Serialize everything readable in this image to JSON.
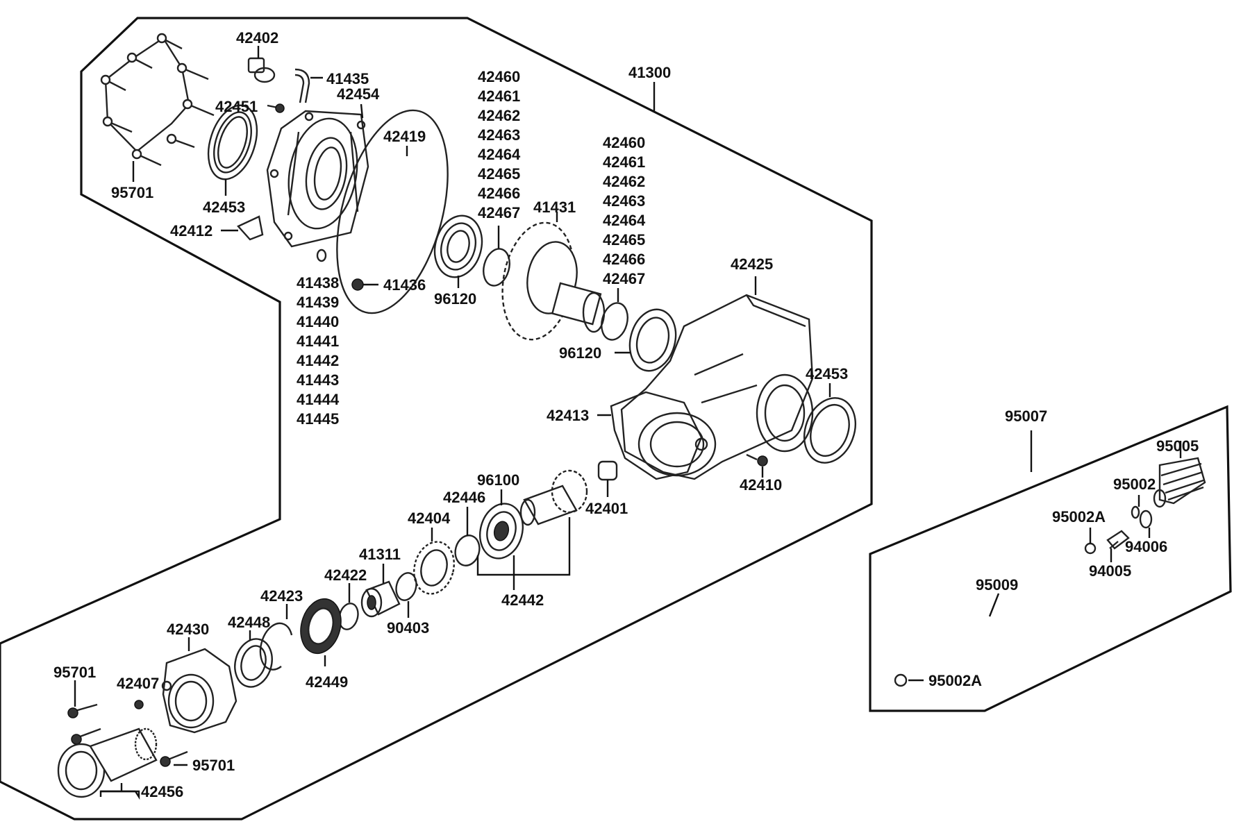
{
  "diagram": {
    "callouts": {
      "c42402": "42402",
      "c41435": "41435",
      "c41300": "41300",
      "c42451": "42451",
      "c42454": "42454",
      "c42419": "42419",
      "c95701_top": "95701",
      "c42453_top": "42453",
      "c42412": "42412",
      "c41438": "41438",
      "c41436": "41436",
      "c96120_a": "96120",
      "c41431": "41431",
      "c96120_b": "96120",
      "c42425": "42425",
      "c42453_right": "42453",
      "c42413": "42413",
      "c42410": "42410",
      "c96100": "96100",
      "c42401": "42401",
      "c42446": "42446",
      "c42404": "42404",
      "c41311": "41311",
      "c42422": "42422",
      "c42442": "42442",
      "c90403": "90403",
      "c42423": "42423",
      "c42448": "42448",
      "c42430": "42430",
      "c42449": "42449",
      "c95701_left": "95701",
      "c42407": "42407",
      "c95701_bottom": "95701",
      "c42456": "42456",
      "c95007": "95007",
      "c95005": "95005",
      "c95002": "95002",
      "c95002A_top": "95002A",
      "c94006": "94006",
      "c94005": "94005",
      "c95009": "95009",
      "c95002A_bottom": "95002A"
    },
    "stack_a": [
      "42460",
      "42461",
      "42462",
      "42463",
      "42464",
      "42465",
      "42466",
      "42467"
    ],
    "stack_b": [
      "42460",
      "42461",
      "42462",
      "42463",
      "42464",
      "42465",
      "42466",
      "42467"
    ],
    "stack_c": [
      "41439",
      "41440",
      "41441",
      "41442",
      "41443",
      "41444",
      "41445"
    ]
  }
}
